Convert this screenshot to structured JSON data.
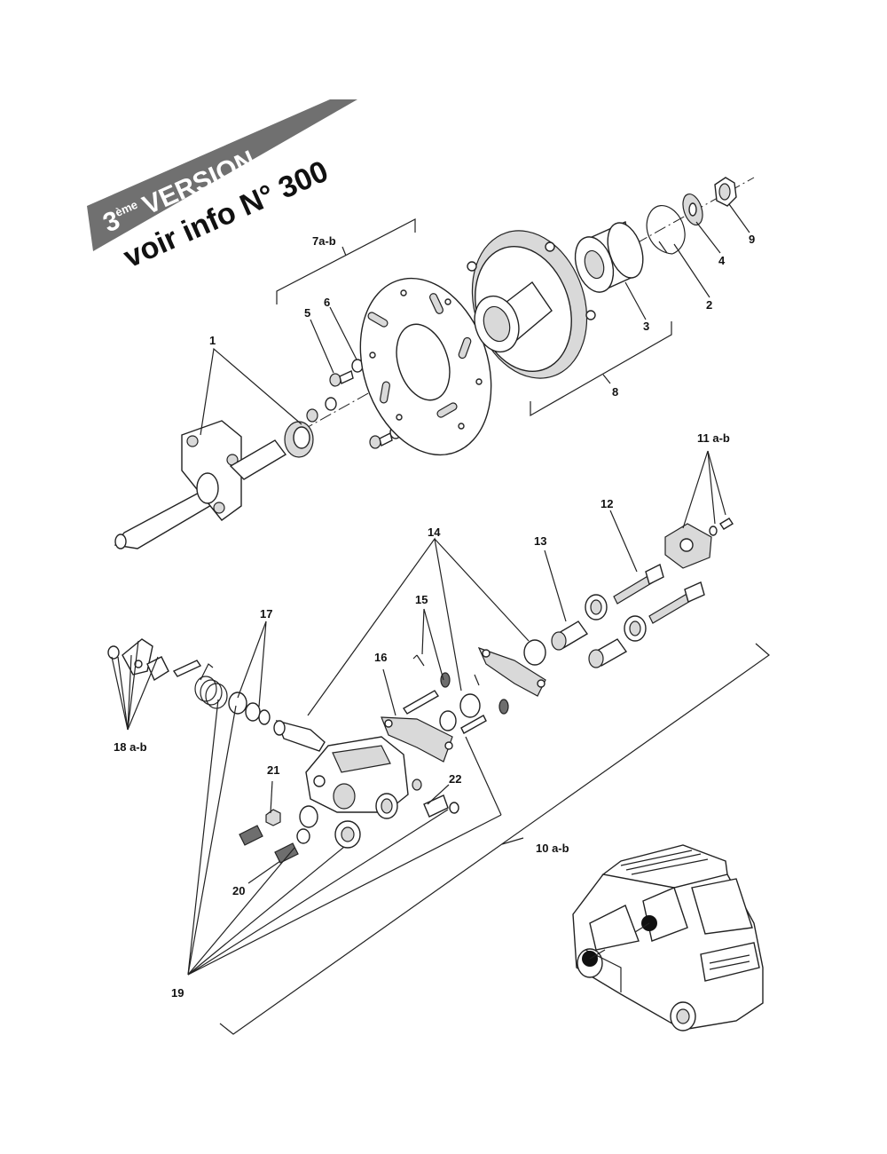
{
  "banner": {
    "version_prefix": "3",
    "version_sup": "ème",
    "version_word": "VERSION",
    "info_text": "voir info N° 300",
    "color": "#707070"
  },
  "labels": {
    "l1": "1",
    "l2": "2",
    "l3": "3",
    "l4": "4",
    "l5": "5",
    "l6": "6",
    "l7ab": "7a-b",
    "l8": "8",
    "l9": "9",
    "l10ab": "10 a-b",
    "l11ab": "11 a-b",
    "l12": "12",
    "l13": "13",
    "l14": "14",
    "l15": "15",
    "l16": "16",
    "l17": "17",
    "l18ab": "18 a-b",
    "l19": "19",
    "l20": "20",
    "l21": "21",
    "l22": "22"
  },
  "car_marker_color": "#111111"
}
